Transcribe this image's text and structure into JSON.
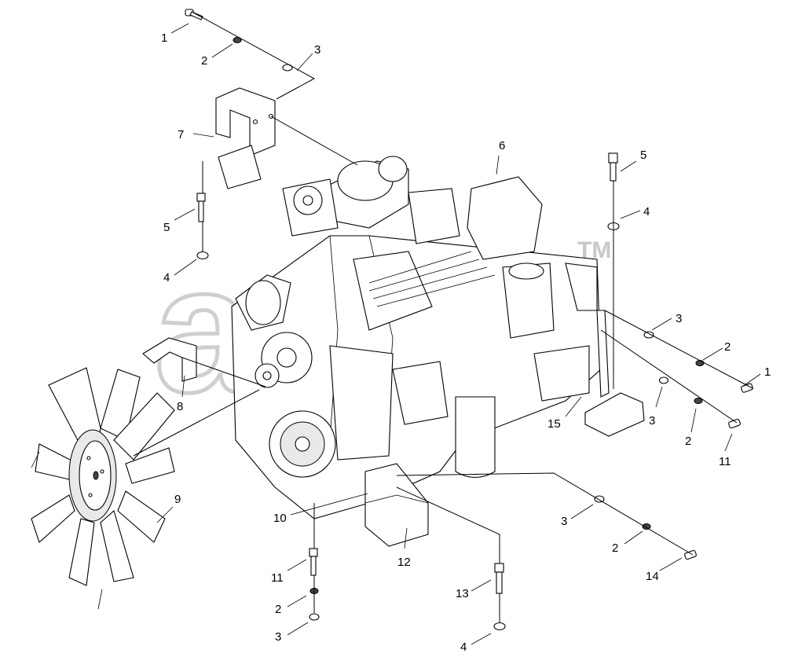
{
  "watermark": {
    "text": "aris",
    "mark": "TM"
  },
  "callouts": [
    {
      "id": "c1a",
      "text": "1"
    },
    {
      "id": "c2a",
      "text": "2"
    },
    {
      "id": "c3a",
      "text": "3"
    },
    {
      "id": "c7",
      "text": "7"
    },
    {
      "id": "c5a",
      "text": "5"
    },
    {
      "id": "c4a",
      "text": "4"
    },
    {
      "id": "c6",
      "text": "6"
    },
    {
      "id": "c5b",
      "text": "5"
    },
    {
      "id": "c4b",
      "text": "4"
    },
    {
      "id": "c3b",
      "text": "3"
    },
    {
      "id": "c2b",
      "text": "2"
    },
    {
      "id": "c1b",
      "text": "1"
    },
    {
      "id": "c3c",
      "text": "3"
    },
    {
      "id": "c2c",
      "text": "2"
    },
    {
      "id": "c11a",
      "text": "11"
    },
    {
      "id": "c15",
      "text": "15"
    },
    {
      "id": "c8",
      "text": "8"
    },
    {
      "id": "c9",
      "text": "9"
    },
    {
      "id": "c10",
      "text": "10"
    },
    {
      "id": "c12",
      "text": "12"
    },
    {
      "id": "c11b",
      "text": "11"
    },
    {
      "id": "c2d",
      "text": "2"
    },
    {
      "id": "c3d",
      "text": "3"
    },
    {
      "id": "c13",
      "text": "13"
    },
    {
      "id": "c4c",
      "text": "4"
    },
    {
      "id": "c3e",
      "text": "3"
    },
    {
      "id": "c2e",
      "text": "2"
    },
    {
      "id": "c14",
      "text": "14"
    }
  ]
}
